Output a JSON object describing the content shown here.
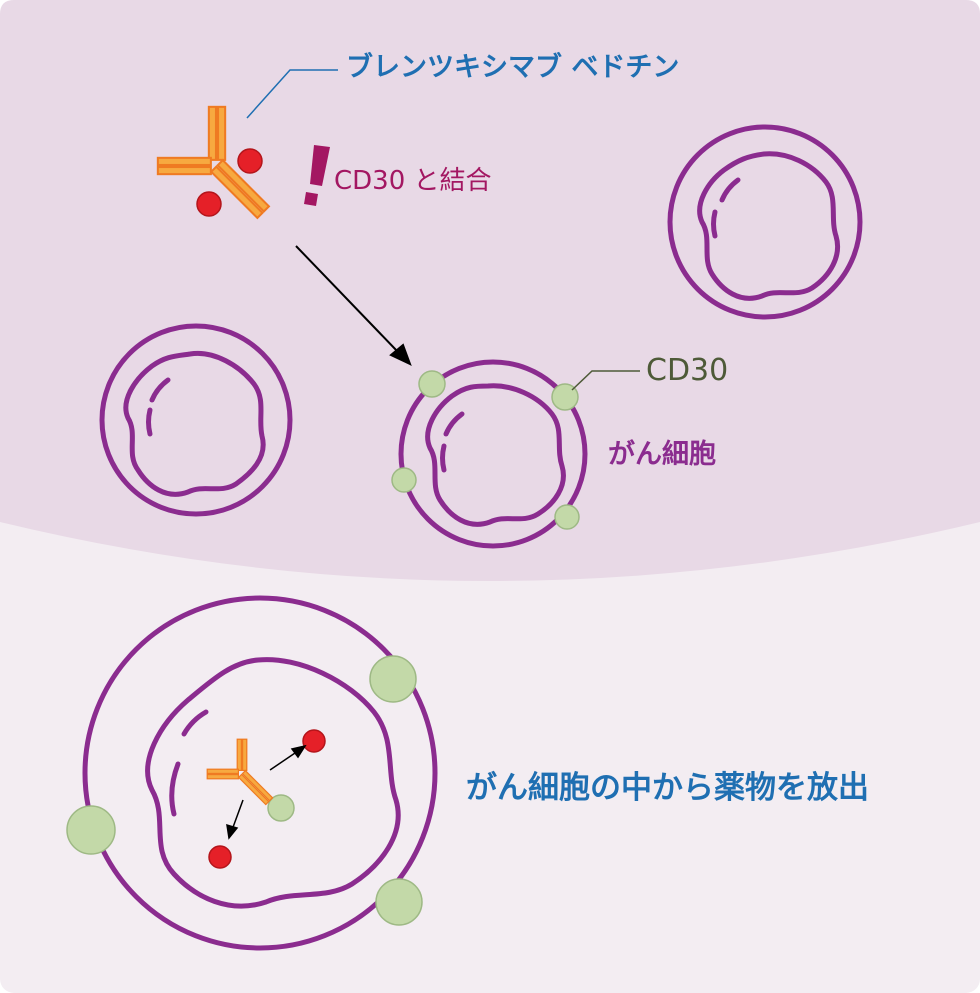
{
  "colors": {
    "top_panel": "#e8d9e6",
    "bottom_panel": "#f3edf2",
    "cell_membrane": "#8b2c8f",
    "antibody_fill": "#f7a940",
    "antibody_edge": "#ef7a22",
    "drug": "#e52028",
    "cd30": "#c3d9a8",
    "cd30_edge": "#9eb985",
    "drug_label": "#1f6fb2",
    "binding_label": "#a31762",
    "cd30_label": "#4e5a38",
    "cell_label": "#8b2c8f"
  },
  "labels": {
    "drug_name": "ブレンツキシマブ ベドチン",
    "binding": "CD30 と結合",
    "cd30": "CD30",
    "cancer_cell": "がん細胞",
    "release": "がん細胞の中から薬物を放出"
  },
  "icons": {
    "alert": "exclamation-icon",
    "antibody": "antibody-drug-conjugate-icon"
  }
}
